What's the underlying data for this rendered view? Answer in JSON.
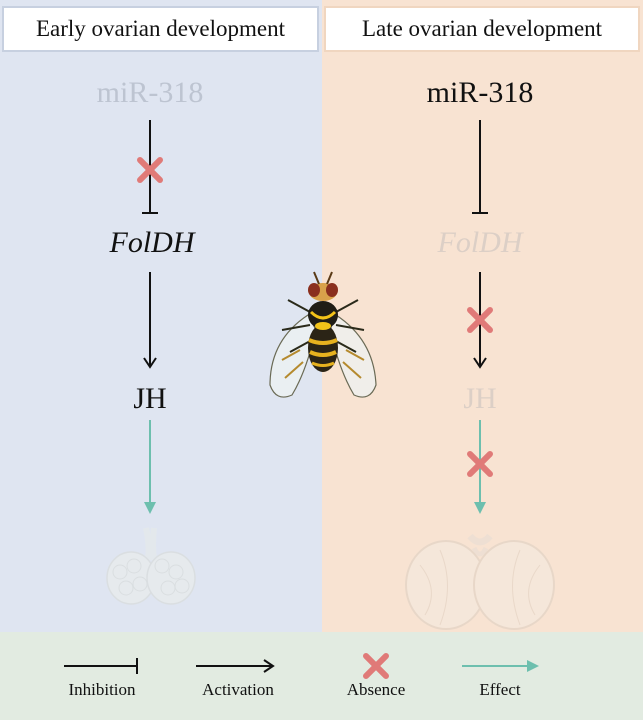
{
  "panels": {
    "left": {
      "title": "Early ovarian development",
      "mirna": "miR-318",
      "gene": "FolDH",
      "hormone": "JH"
    },
    "right": {
      "title": "Late ovarian development",
      "mirna": "miR-318",
      "gene": "FolDH",
      "hormone": "JH"
    }
  },
  "legend": {
    "inhibition": "Inhibition",
    "activation": "Activation",
    "absence": "Absence",
    "effect": "Effect"
  },
  "colors": {
    "left_bg": "#dfe5f1",
    "right_bg": "#f8e3d2",
    "legend_bg": "#e2ebe1",
    "absence_x": "#e07a78",
    "effect_arrow": "#6dbfae",
    "active_text": "#111111"
  },
  "icons": {
    "fly": "fruit-fly-icon",
    "ovary_early": "ovary-icon",
    "ovary_late": "ovary-icon",
    "absence": "cross-icon"
  }
}
